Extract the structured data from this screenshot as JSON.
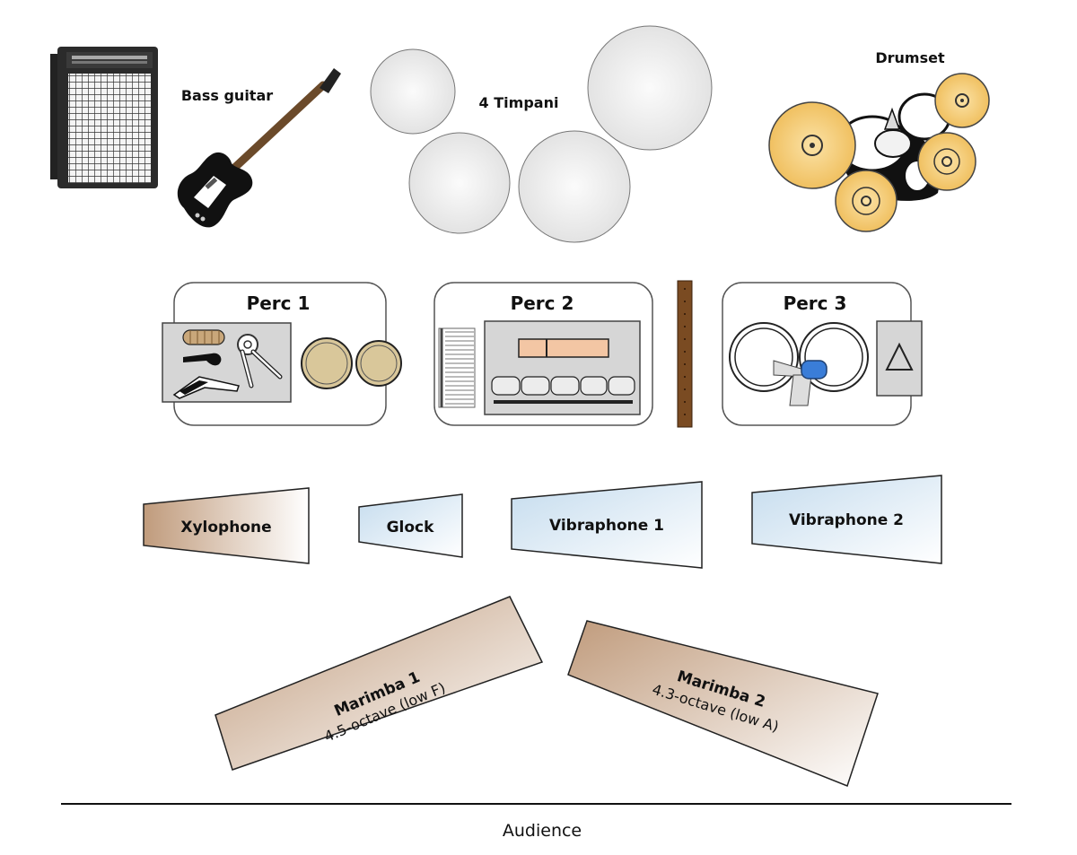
{
  "labels": {
    "bass_guitar": "Bass guitar",
    "timpani": "4 Timpani",
    "drumset": "Drumset",
    "perc1": "Perc 1",
    "perc2": "Perc 2",
    "perc3": "Perc 3",
    "xylophone": "Xylophone",
    "glock": "Glock",
    "vibraphone1": "Vibraphone 1",
    "vibraphone2": "Vibraphone 2",
    "marimba1_name": "Marimba 1",
    "marimba1_range": "4.5-octave (low F)",
    "marimba2_name": "Marimba 2",
    "marimba2_range": "4.3-octave (low A)",
    "audience": "Audience"
  },
  "colors": {
    "wood": "#c8a283",
    "metal_blue": "#c9dff0",
    "cymbal": "#f0c468",
    "drum_head": "#eeeeee",
    "tray": "#d4d4d4",
    "rail": "#7a4b22"
  }
}
